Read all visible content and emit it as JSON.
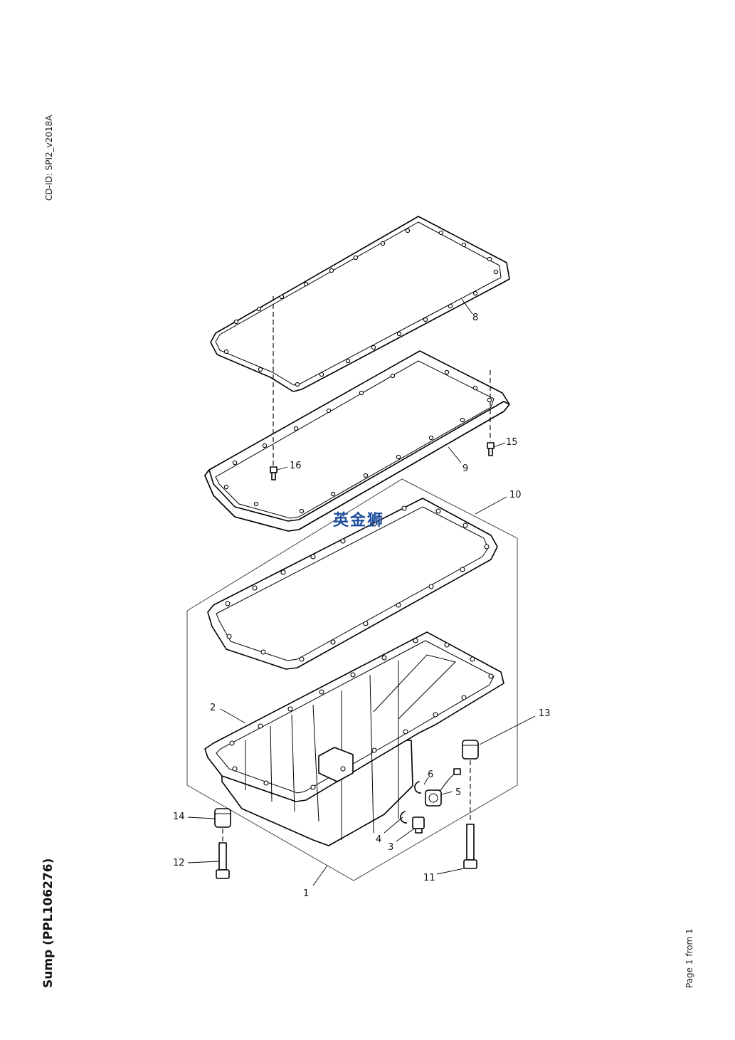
{
  "header": {
    "cd_id": "CD-ID: SPI2_v2018A"
  },
  "footer": {
    "title": "Sump (PPL106276)",
    "page": "Page 1 from 1"
  },
  "watermark": {
    "text": "英金狮",
    "color": "#1f4e9e"
  },
  "callouts": [
    "8",
    "15",
    "9",
    "16",
    "10",
    "2",
    "13",
    "6",
    "5",
    "14",
    "4",
    "3",
    "12",
    "11",
    "1"
  ]
}
